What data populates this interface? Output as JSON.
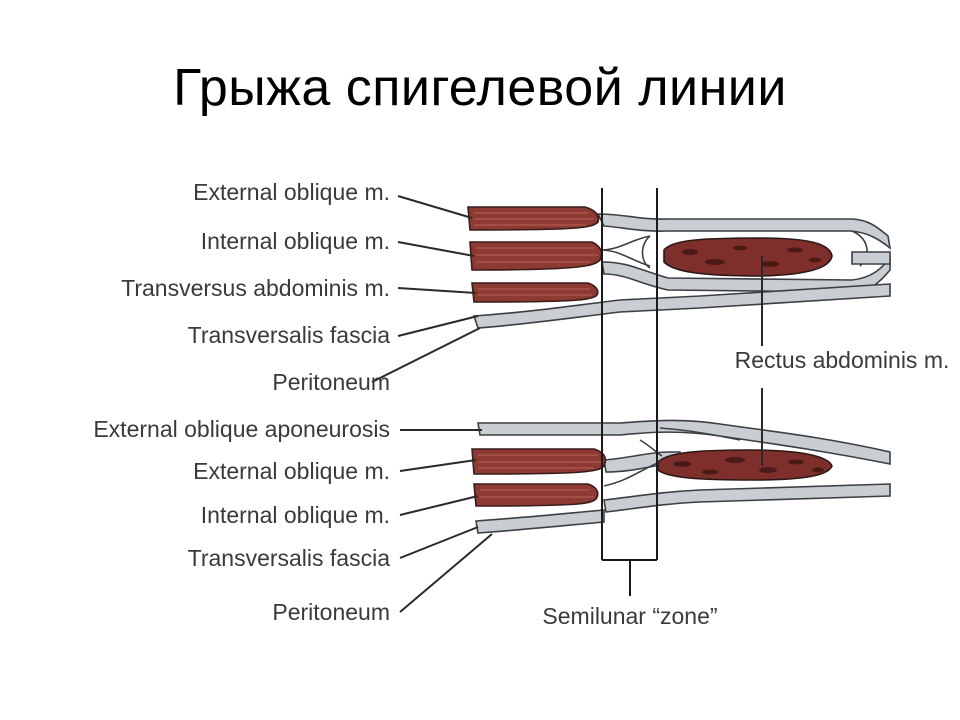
{
  "title": "Грыжа спигелевой линии",
  "upper_labels": {
    "external_oblique": "External oblique m.",
    "internal_oblique": "Internal oblique m.",
    "transversus": "Transversus abdominis m.",
    "transversalis_fascia": "Transversalis fascia",
    "peritoneum": "Peritoneum"
  },
  "rectus_label": "Rectus abdominis m.",
  "lower_labels": {
    "external_oblique_aponeurosis": "External oblique aponeurosis",
    "external_oblique": "External oblique m.",
    "internal_oblique": "Internal oblique m.",
    "transversalis_fascia": "Transversalis fascia",
    "peritoneum": "Peritoneum"
  },
  "zone_label": "Semilunar “zone”",
  "colors": {
    "muscle": "#8c3a33",
    "rectus": "#7e2f2b",
    "fascia": "#c9ced3",
    "outline": "#3d3f44"
  }
}
